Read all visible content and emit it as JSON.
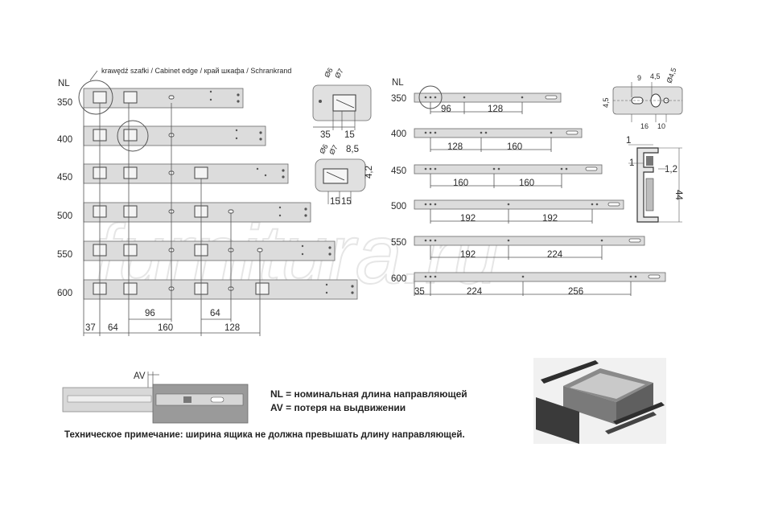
{
  "watermark": "furnitura.ru",
  "left_diagram": {
    "header": "NL",
    "cabinet_edge_label": "krawędź szafki / Cabinet edge / край шкафа / Schrankrand",
    "rows": [
      "350",
      "400",
      "450",
      "500",
      "550",
      "600"
    ],
    "bottom_dims": [
      "37",
      "64",
      "96",
      "160",
      "64",
      "128"
    ]
  },
  "right_diagram": {
    "header": "NL",
    "rows": [
      "350",
      "400",
      "450",
      "500",
      "550",
      "600"
    ],
    "row_dims": [
      [
        "96",
        "128"
      ],
      [
        "128",
        "160"
      ],
      [
        "160",
        "160"
      ],
      [
        "192",
        "192"
      ],
      [
        "192",
        "224"
      ],
      [
        "35",
        "224",
        "256"
      ]
    ]
  },
  "detail_upper": {
    "diameters": [
      "Ø6",
      "Ø7"
    ],
    "dims": [
      "35",
      "15"
    ]
  },
  "detail_lower": {
    "diameters": [
      "Ø6",
      "Ø7"
    ],
    "dims": [
      "8,5",
      "4,2",
      "15",
      "15"
    ]
  },
  "detail_right_top": {
    "dims": [
      "9",
      "4,5",
      "Ø4,5",
      "4,5",
      "16",
      "10"
    ]
  },
  "profile": {
    "dims": [
      "1",
      "1",
      "1,2",
      "44"
    ]
  },
  "av_diagram": {
    "label": "AV"
  },
  "legend": {
    "nl": "NL = номинальная длина направляющей",
    "av": "AV = потеря на выдвижении"
  },
  "note": "Техническое примечание: ширина ящика не должна превышать длину направляющей.",
  "colors": {
    "rail_fill": "#dcdcdc",
    "rail_stroke": "#6a6a6a",
    "line": "#555555",
    "photo_bg": "#f1f1f1"
  }
}
